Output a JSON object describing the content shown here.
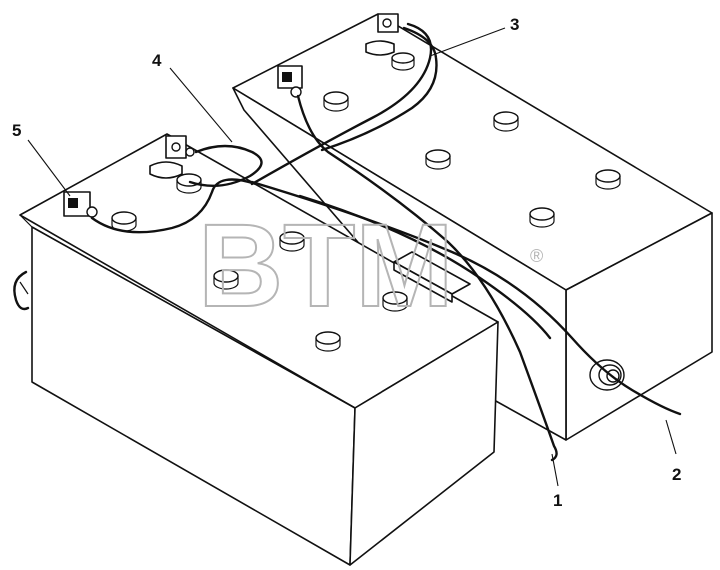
{
  "watermark": {
    "text": "BTM",
    "registered": "®"
  },
  "callouts": [
    {
      "id": "1",
      "label": "1"
    },
    {
      "id": "2",
      "label": "2"
    },
    {
      "id": "3",
      "label": "3"
    },
    {
      "id": "4",
      "label": "4"
    },
    {
      "id": "5",
      "label": "5"
    }
  ]
}
